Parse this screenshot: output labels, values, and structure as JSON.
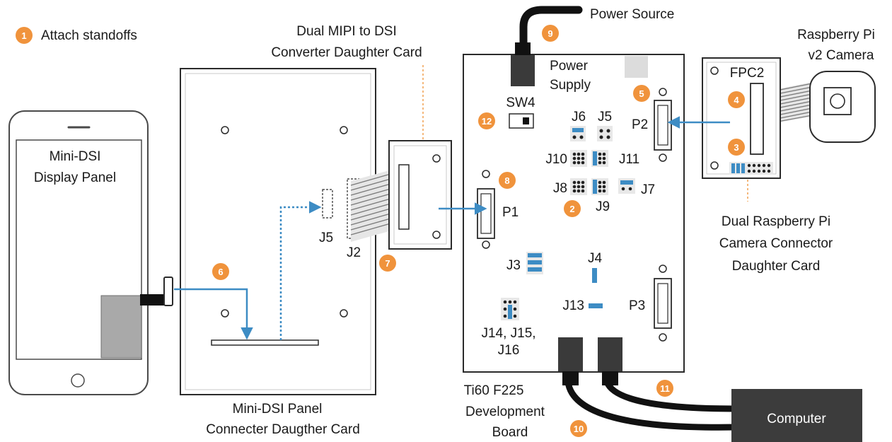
{
  "colors": {
    "badge": "#f0933c",
    "arrow": "#3d8cc4",
    "jumper": "#3d8cc4",
    "leader": "#f0a050",
    "outline": "#2b2b2b",
    "flex": "#a9a9a9",
    "computer": "#3c3c3c"
  },
  "legend": {
    "step1": "Attach standoffs"
  },
  "labels": {
    "power_source": "Power Source",
    "power_supply_l1": "Power",
    "power_supply_l2": "Supply",
    "dual_mipi_l1": "Dual MIPI to DSI",
    "dual_mipi_l2": "Converter Daughter Card",
    "rpi_cam_l1": "Raspberry Pi",
    "rpi_cam_l2": "v2 Camera",
    "fpc2": "FPC2",
    "display_l1": "Mini-DSI",
    "display_l2": "Display Panel",
    "panel_card_l1": "Mini-DSI Panel",
    "panel_card_l2": "Connecter Daugther Card",
    "rpi_conn_l1": "Dual Raspberry Pi",
    "rpi_conn_l2": "Camera Connector",
    "rpi_conn_l3": "Daughter Card",
    "board_l1": "Ti60 F225",
    "board_l2": "Development",
    "board_l3": "Board",
    "computer": "Computer",
    "sw4": "SW4",
    "j6": "J6",
    "j5_board": "J5",
    "j10": "J10",
    "j11": "J11",
    "j8": "J8",
    "j9": "J9",
    "j7": "J7",
    "p1": "P1",
    "p2": "P2",
    "p3": "P3",
    "j3": "J3",
    "j4": "J4",
    "j13": "J13",
    "j14_l1": "J14, J15,",
    "j14_l2": "J16",
    "j5_card": "J5",
    "j2_card": "J2"
  },
  "steps": [
    "1",
    "2",
    "3",
    "4",
    "5",
    "6",
    "7",
    "8",
    "9",
    "10",
    "11",
    "12"
  ]
}
